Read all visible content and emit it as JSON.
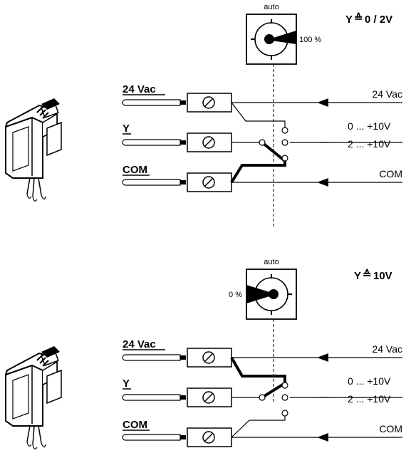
{
  "panels": [
    {
      "id": "top",
      "dial_label": "auto",
      "dial_setting": "100 %",
      "formula_prefix": "Y",
      "formula_value": "0 / 2V",
      "wire_labels": {
        "supply": "24 Vac",
        "signal": "Y",
        "common": "COM"
      },
      "right_labels": {
        "supply": "24 Vac",
        "range_a": "0 ... +10V",
        "range_b": "2 ... +10V",
        "common": "COM"
      }
    },
    {
      "id": "bottom",
      "dial_label": "auto",
      "dial_setting": "0 %",
      "formula_prefix": "Y",
      "formula_value": "10V",
      "wire_labels": {
        "supply": "24 Vac",
        "signal": "Y",
        "common": "COM"
      },
      "right_labels": {
        "supply": "24 Vac",
        "range_a": "0 ... +10V",
        "range_b": "2 ... +10V",
        "common": "COM"
      }
    }
  ],
  "colors": {
    "line": "#000000",
    "background": "#ffffff"
  },
  "icons": [
    "actuator-icon",
    "rotary-dial-icon",
    "terminal-screw-icon",
    "arrow-left-icon",
    "switch-contact-icon"
  ]
}
